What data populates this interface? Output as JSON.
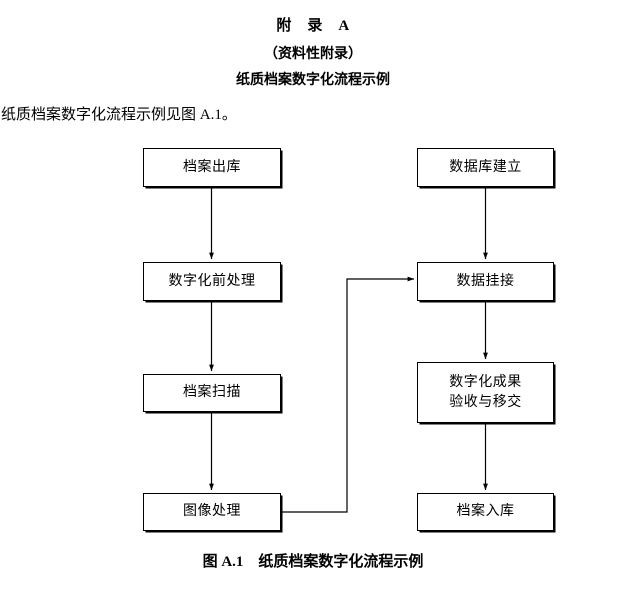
{
  "page": {
    "appendix_title": "附　录　A",
    "appendix_subtitle": "（资料性附录）",
    "appendix_heading": "纸质档案数字化流程示例",
    "intro_text": "纸质档案数字化流程示例见图 A.1。",
    "figure_caption": "图 A.1　纸质档案数字化流程示例"
  },
  "flowchart": {
    "left_column": [
      {
        "id": "archive-out",
        "label": "档案出库"
      },
      {
        "id": "pre-digitization",
        "label": "数字化前处理"
      },
      {
        "id": "archive-scan",
        "label": "档案扫描"
      },
      {
        "id": "image-processing",
        "label": "图像处理"
      }
    ],
    "right_column": [
      {
        "id": "database-build",
        "label": "数据库建立"
      },
      {
        "id": "data-linking",
        "label": "数据挂接"
      },
      {
        "id": "acceptance-transfer",
        "label": "数字化成果\n验收与移交"
      },
      {
        "id": "archive-in",
        "label": "档案入库"
      }
    ],
    "colors": {
      "box_border": "#000000",
      "box_fill": "#ffffff",
      "connector": "#000000"
    }
  }
}
